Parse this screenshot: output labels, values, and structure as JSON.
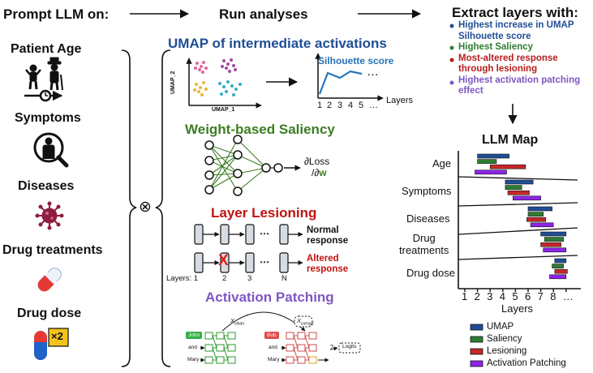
{
  "header": {
    "prompt": "Prompt LLM on:",
    "run": "Run analyses",
    "extract": "Extract layers with:"
  },
  "categories": [
    {
      "label": "Patient Age",
      "icon": "patient-age-icon"
    },
    {
      "label": "Symptoms",
      "icon": "symptoms-icon"
    },
    {
      "label": "Diseases",
      "icon": "diseases-icon"
    },
    {
      "label": "Drug treatments",
      "icon": "pill-icon"
    },
    {
      "label": "Drug dose",
      "icon": "drug-dose-icon",
      "badge": "×2"
    }
  ],
  "operator": "⊗",
  "analyses": {
    "umap": {
      "title": "UMAP of intermediate activations",
      "axis_x": "UMAP_1",
      "axis_y": "UMAP_2",
      "score_label": "Silhouette score",
      "x_ticks": [
        "1",
        "2",
        "3",
        "4",
        "5"
      ],
      "x_more": "…",
      "x_label": "Layers",
      "dots": "…"
    },
    "saliency": {
      "title": "Weight-based Saliency",
      "grad_line1": "∂Loss",
      "grad_line2a": "/∂",
      "grad_line2b": "w"
    },
    "lesioning": {
      "title": "Layer Lesioning",
      "normal_1": "Normal",
      "normal_2": "response",
      "altered_1": "Altered",
      "altered_2": "response",
      "layers_label": "Layers: 1",
      "layer_ticks": [
        "2",
        "3",
        "N"
      ],
      "dots": "⋯",
      "cross": "X"
    },
    "patching": {
      "title": "Activation Patching",
      "tokens_left": [
        "John",
        "and",
        "Mary"
      ],
      "tokens_right": [
        "Bob",
        "and",
        "Mary"
      ],
      "x_clean": "X",
      "x_clean_sub": "clean",
      "x_corrupt": "X",
      "x_corrupt_sub": "corrupt",
      "q": "?",
      "logits": "Logits"
    }
  },
  "criteria": [
    {
      "text": [
        "Highest increase in UMAP",
        "Silhouette score"
      ],
      "color": "#1f4e96"
    },
    {
      "text": [
        "Highest Saliency"
      ],
      "color": "#2e7d32"
    },
    {
      "text": [
        "Most-altered response",
        "through lesioning"
      ],
      "color": "#b71c1c"
    },
    {
      "text": [
        "Highest activation patching",
        "effect"
      ],
      "color": "#7e57c2"
    }
  ],
  "llm_map": {
    "title": "LLM Map",
    "x_label": "Layers",
    "x_ticks": [
      "1",
      "2",
      "3",
      "4",
      "5",
      "6",
      "7",
      "8",
      "…"
    ],
    "rows": [
      {
        "label": [
          "Age"
        ],
        "bars": [
          [
            2.0,
            4.5
          ],
          [
            2.0,
            3.5
          ],
          [
            3.0,
            5.8
          ],
          [
            1.8,
            4.3
          ]
        ]
      },
      {
        "label": [
          "Symptoms"
        ],
        "bars": [
          [
            4.2,
            6.4
          ],
          [
            4.2,
            5.5
          ],
          [
            4.4,
            6.1
          ],
          [
            4.8,
            7.0
          ]
        ]
      },
      {
        "label": [
          "Diseases"
        ],
        "bars": [
          [
            6.0,
            7.9
          ],
          [
            6.0,
            7.2
          ],
          [
            5.9,
            7.4
          ],
          [
            6.2,
            8.0
          ]
        ]
      },
      {
        "label": [
          "Drug",
          "treatments"
        ],
        "bars": [
          [
            7.0,
            9.0
          ],
          [
            7.3,
            8.8
          ],
          [
            7.0,
            8.6
          ],
          [
            7.2,
            9.0
          ]
        ]
      },
      {
        "label": [
          "Drug dose"
        ],
        "bars": [
          [
            8.1,
            9.0
          ],
          [
            7.9,
            8.8
          ],
          [
            8.1,
            9.1
          ],
          [
            7.7,
            9.0
          ]
        ]
      }
    ],
    "legend": [
      {
        "name": "UMAP",
        "color": "#1f4e96"
      },
      {
        "name": "Saliency",
        "color": "#2e7d32"
      },
      {
        "name": "Lesioning",
        "color": "#c62828"
      },
      {
        "name": "Activation Patching",
        "color": "#8e24e8"
      }
    ]
  },
  "colors": {
    "umap_title": "#1f4e96",
    "saliency_title": "#3c7d22",
    "lesion_title": "#c0130f",
    "patching_title": "#7e57c2",
    "score_line": "#2673b8"
  }
}
